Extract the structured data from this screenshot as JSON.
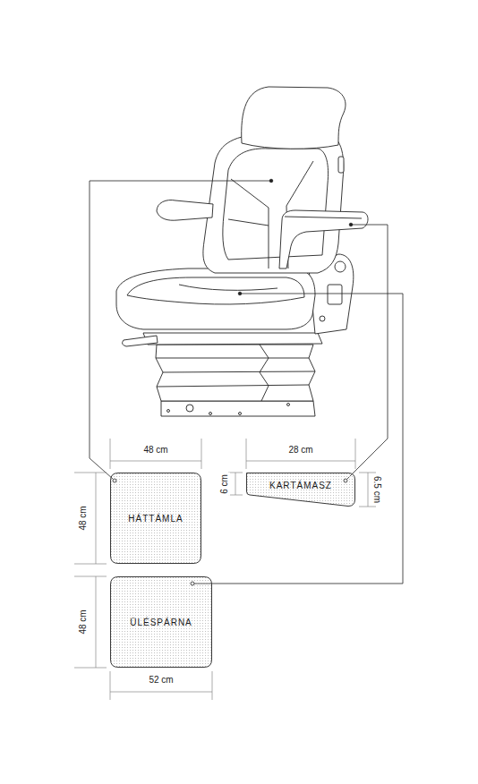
{
  "diagram": {
    "nodes": [
      {
        "text": [
          "HÁTTÁMLA"
        ]
      },
      {
        "text": [
          "KARTÁMASZ"
        ]
      },
      {
        "text": [
          "ÜLÉSPÁRNA"
        ]
      }
    ],
    "labels": [
      "48 cm",
      "48 cm",
      "28 cm",
      "6 cm",
      "6.5 cm",
      "48 cm",
      "52 cm"
    ]
  }
}
